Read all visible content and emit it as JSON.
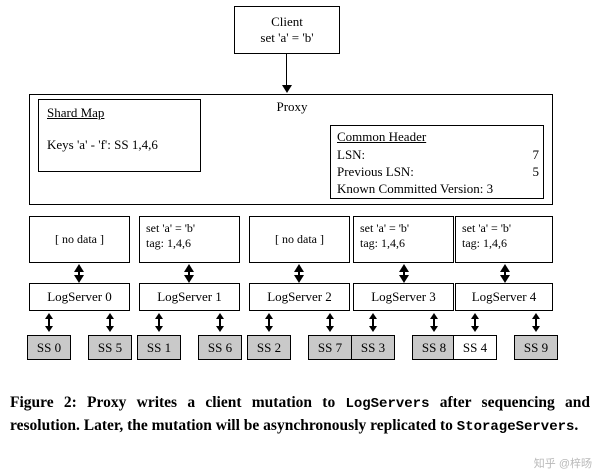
{
  "client": {
    "title": "Client",
    "command": "set 'a' = 'b'"
  },
  "proxy": {
    "label": "Proxy",
    "shard_map": {
      "title": "Shard Map",
      "keys": "Keys 'a' - 'f': SS 1,4,6"
    },
    "common_header": {
      "title": "Common Header",
      "rows": [
        {
          "label": "LSN:",
          "value": "7"
        },
        {
          "label": "Previous LSN:",
          "value": "5"
        },
        {
          "label": "Known Committed Version: 3",
          "value": ""
        }
      ]
    }
  },
  "mutations": [
    {
      "line1": "[ no data ]",
      "line2": "",
      "empty": true
    },
    {
      "line1": "set 'a' = 'b'",
      "line2": "tag: 1,4,6",
      "empty": false
    },
    {
      "line1": "[ no data ]",
      "line2": "",
      "empty": true
    },
    {
      "line1": "set 'a' = 'b'",
      "line2": "tag: 1,4,6",
      "empty": false
    },
    {
      "line1": "set 'a' = 'b'",
      "line2": "tag: 1,4,6",
      "empty": false
    }
  ],
  "log_servers": [
    "LogServer 0",
    "LogServer 1",
    "LogServer 2",
    "LogServer 3",
    "LogServer 4"
  ],
  "storage_servers": [
    {
      "label": "SS 0",
      "shaded": true
    },
    {
      "label": "SS 5",
      "shaded": true
    },
    {
      "label": "SS 1",
      "shaded": true
    },
    {
      "label": "SS 6",
      "shaded": true
    },
    {
      "label": "SS 2",
      "shaded": true
    },
    {
      "label": "SS 7",
      "shaded": true
    },
    {
      "label": "SS 3",
      "shaded": true
    },
    {
      "label": "SS 8",
      "shaded": true
    },
    {
      "label": "SS 4",
      "shaded": false
    },
    {
      "label": "SS 9",
      "shaded": true
    }
  ],
  "caption": {
    "part1": "Figure 2: Proxy writes a client mutation to ",
    "mono1": "LogServers",
    "part2": " after sequencing and resolution. Later, the mutation will be asynchronously replicated to ",
    "mono2": "StorageServers",
    "part3": "."
  },
  "watermark": "知乎 @梓旸"
}
